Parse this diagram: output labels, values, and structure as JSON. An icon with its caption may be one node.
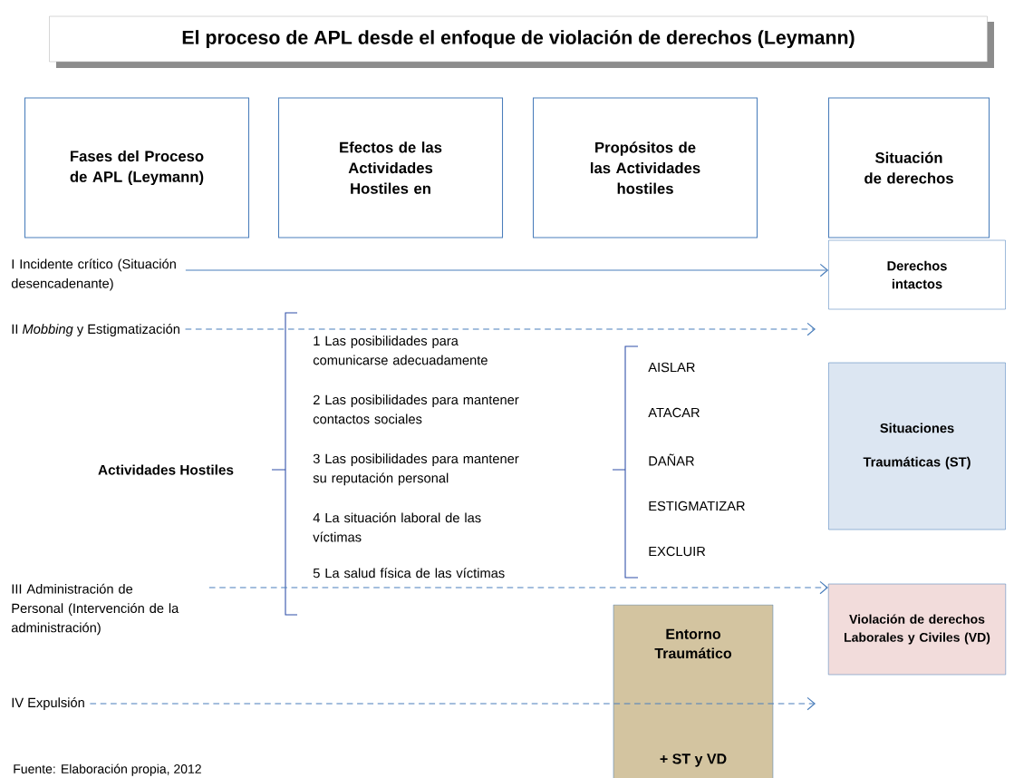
{
  "diagram": {
    "title": "El proceso de APL desde el enfoque de violación de derechos (Leymann)",
    "caption": "Fuente: Elaboración propia, 2012",
    "nodes": [
      {
        "text": [
          "Fases del Proceso de APL (Leymann)"
        ]
      },
      {
        "text": [
          "Efectos de las Actividades Hostiles en"
        ]
      },
      {
        "text": [
          "Propósitos de las Actividades hostiles"
        ]
      },
      {
        "text": [
          "Situación de derechos"
        ]
      },
      {
        "text": [
          "I Incidente crítico (Situación desencadenante)"
        ]
      },
      {
        "text": [
          "II *Mobbing* y Estigmatización"
        ]
      },
      {
        "text": [
          "Actividades Hostiles"
        ]
      },
      {
        "text": [
          "III Administración de Personal (Intervención de la administración)"
        ]
      },
      {
        "text": [
          "IV Expulsión"
        ]
      },
      {
        "text": [
          "Derechos intactos"
        ]
      },
      {
        "text": [
          "Situaciones Traumáticas (ST)"
        ]
      },
      {
        "text": [
          "Violación de derechos Laborales y Civiles (VD)"
        ]
      },
      {
        "text": [
          "Entorno Traumático",
          "+ ST y VD"
        ]
      }
    ],
    "edges": [
      {
        "from": 4,
        "to": 9,
        "arrow": "to"
      },
      {
        "from": 5,
        "to": null,
        "arrow": "to",
        "style": "dashed"
      },
      {
        "from": 7,
        "to": 11,
        "arrow": "to",
        "style": "dashed"
      },
      {
        "from": 8,
        "to": null,
        "arrow": "to",
        "style": "dashed"
      }
    ],
    "labels": [
      "1 Las posibilidades para comunicarse adecuadamente",
      "2 Las posibilidades para mantener contactos sociales",
      "3 Las posibilidades para mantener su reputación personal",
      "4 La situación laboral de las víctimas",
      "5 La salud física de las víctimas",
      "AISLAR",
      "ATACAR",
      "DAÑAR",
      "ESTIGMATIZAR",
      "EXCLUIR"
    ]
  }
}
